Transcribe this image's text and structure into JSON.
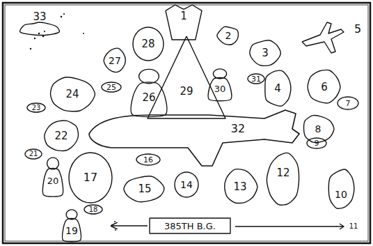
{
  "diagram": {
    "nodes": [
      {
        "text": [
          "1"
        ]
      },
      {
        "text": [
          "2"
        ]
      },
      {
        "text": [
          "3"
        ]
      },
      {
        "text": [
          "4"
        ]
      },
      {
        "text": [
          "5"
        ]
      },
      {
        "text": [
          "6"
        ]
      },
      {
        "text": [
          "7"
        ]
      },
      {
        "text": [
          "8"
        ]
      },
      {
        "text": [
          "9"
        ]
      },
      {
        "text": [
          "10"
        ]
      },
      {
        "text": [
          "11"
        ]
      },
      {
        "text": [
          "12"
        ]
      },
      {
        "text": [
          "13"
        ]
      },
      {
        "text": [
          "14"
        ]
      },
      {
        "text": [
          "15"
        ]
      },
      {
        "text": [
          "16"
        ]
      },
      {
        "text": [
          "17"
        ]
      },
      {
        "text": [
          "18"
        ]
      },
      {
        "text": [
          "19"
        ]
      },
      {
        "text": [
          "20"
        ]
      },
      {
        "text": [
          "21"
        ]
      },
      {
        "text": [
          "22"
        ]
      },
      {
        "text": [
          "23"
        ]
      },
      {
        "text": [
          "24"
        ]
      },
      {
        "text": [
          "25"
        ]
      },
      {
        "text": [
          "26"
        ]
      },
      {
        "text": [
          "27"
        ]
      },
      {
        "text": [
          "28"
        ]
      },
      {
        "text": [
          "29"
        ]
      },
      {
        "text": [
          "30"
        ]
      },
      {
        "text": [
          "31"
        ]
      },
      {
        "text": [
          "32"
        ]
      },
      {
        "text": [
          "33"
        ]
      },
      {
        "text": [
          "385TH B.G."
        ]
      }
    ]
  }
}
